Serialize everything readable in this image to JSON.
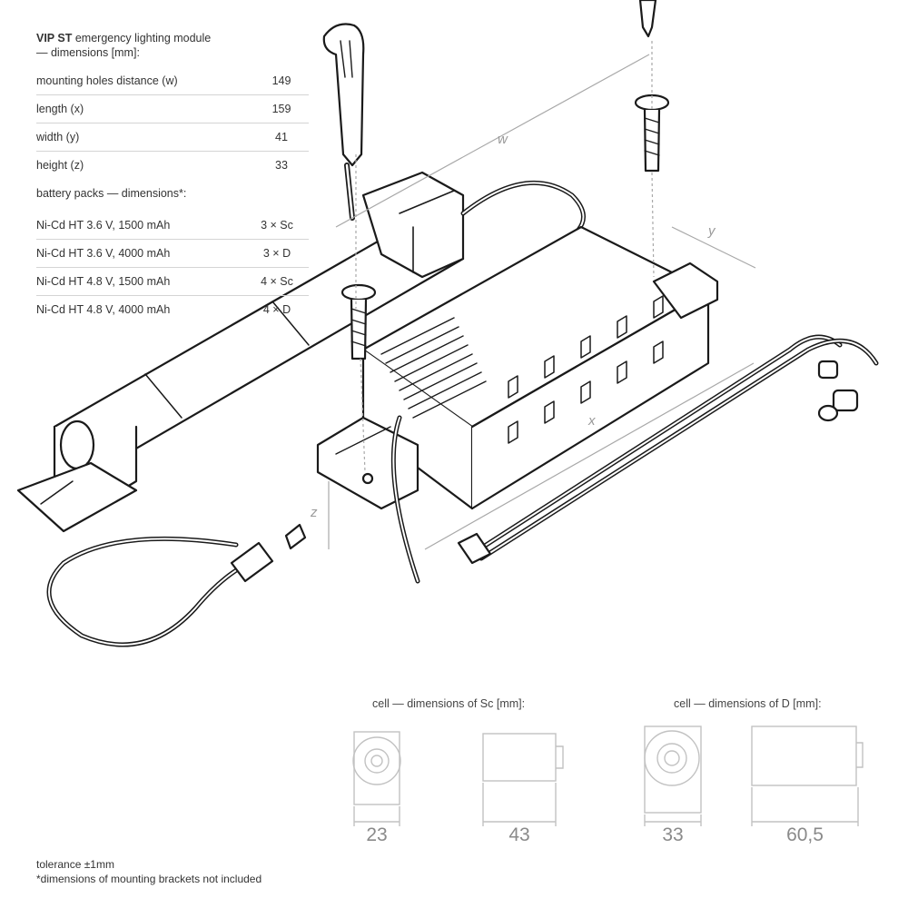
{
  "module": {
    "title_bold": "VIP ST",
    "title_rest": " emergency lighting module",
    "subtitle": "— dimensions [mm]:",
    "rows": [
      {
        "label": "mounting holes distance (w)",
        "value": "149"
      },
      {
        "label": "length (x)",
        "value": "159"
      },
      {
        "label": "width (y)",
        "value": "41"
      },
      {
        "label": "height (z)",
        "value": "33"
      }
    ]
  },
  "battery": {
    "title": "battery packs — dimensions*:",
    "rows": [
      {
        "label": "Ni-Cd HT 3.6 V, 1500 mAh",
        "value": "3 × Sc"
      },
      {
        "label": "Ni-Cd HT 3.6 V, 4000 mAh",
        "value": "3 × D"
      },
      {
        "label": "Ni-Cd HT 4.8 V, 1500 mAh",
        "value": "4 × Sc"
      },
      {
        "label": "Ni-Cd HT 4.8 V, 4000 mAh",
        "value": "4 × D"
      }
    ]
  },
  "axis_labels": {
    "w": "w",
    "x": "x",
    "y": "y",
    "z": "z"
  },
  "cells": {
    "sc_caption": "cell — dimensions of Sc [mm]:",
    "d_caption": "cell — dimensions of D [mm]:",
    "sc_diameter": "23",
    "sc_length": "43",
    "d_diameter": "33",
    "d_length": "60,5"
  },
  "notes": {
    "tolerance": "tolerance ±1mm",
    "footnote": "*dimensions of mounting brackets not included"
  }
}
